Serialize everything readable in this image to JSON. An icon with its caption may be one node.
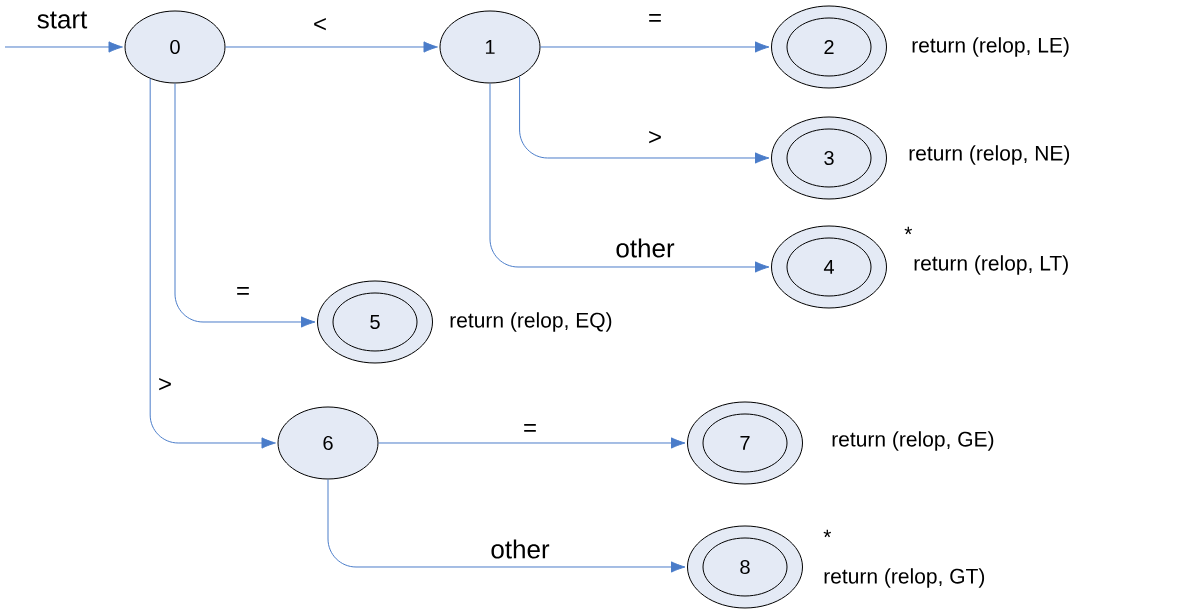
{
  "diagram": {
    "nodes": [
      {
        "text": [
          "0"
        ]
      },
      {
        "text": [
          "1"
        ]
      },
      {
        "text": [
          "2"
        ],
        "beside": [
          "return (relop, LE)"
        ]
      },
      {
        "text": [
          "3"
        ],
        "beside": [
          "return (relop, NE)"
        ]
      },
      {
        "text": [
          "4"
        ],
        "beside": [
          "*",
          "return (relop, LT)"
        ]
      },
      {
        "text": [
          "5"
        ],
        "beside": [
          "return (relop, EQ)"
        ]
      },
      {
        "text": [
          "6"
        ]
      },
      {
        "text": [
          "7"
        ],
        "beside": [
          "return (relop, GE)"
        ]
      },
      {
        "text": [
          "8"
        ],
        "beside": [
          "*",
          "return (relop, GT)"
        ]
      }
    ],
    "edges": [
      {
        "from": null,
        "to": 0,
        "arrow": "to",
        "label": "start"
      },
      {
        "from": 0,
        "to": 1,
        "arrow": "to",
        "label": "<"
      },
      {
        "from": 1,
        "to": 2,
        "arrow": "to",
        "label": "="
      },
      {
        "from": 1,
        "to": 3,
        "arrow": "to",
        "label": ">"
      },
      {
        "from": 1,
        "to": 4,
        "arrow": "to",
        "label": "other"
      },
      {
        "from": 0,
        "to": 5,
        "arrow": "to",
        "label": "="
      },
      {
        "from": 0,
        "to": 6,
        "arrow": "to",
        "label": ">"
      },
      {
        "from": 6,
        "to": 7,
        "arrow": "to",
        "label": "="
      },
      {
        "from": 6,
        "to": 8,
        "arrow": "to",
        "label": "other"
      }
    ]
  }
}
